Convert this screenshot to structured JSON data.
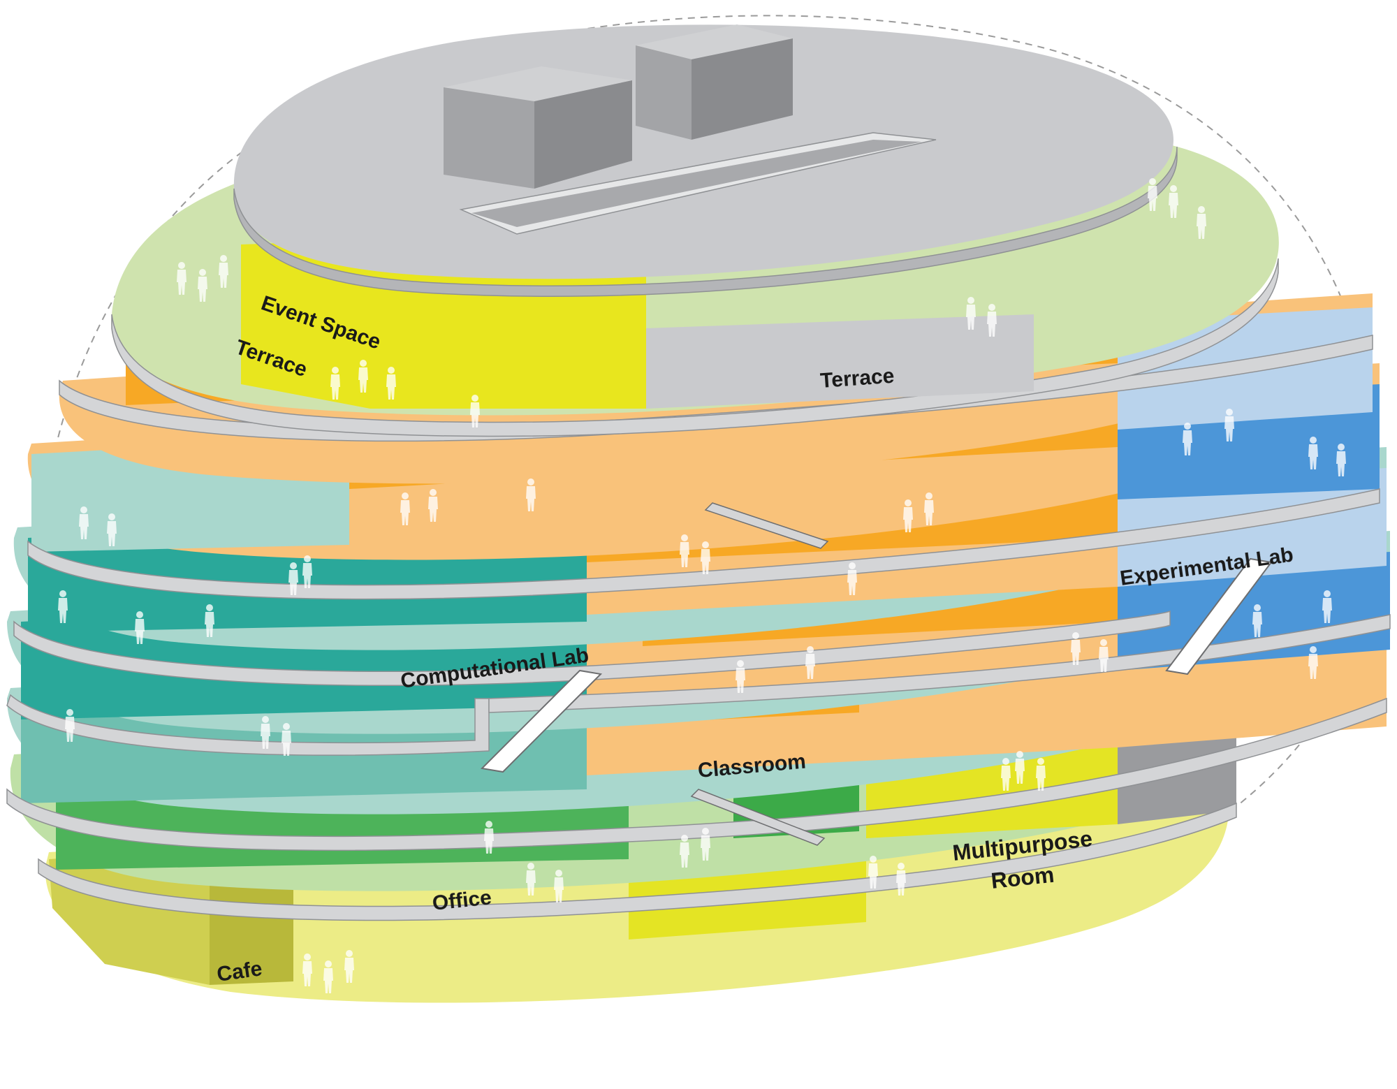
{
  "labels": {
    "event_space": "Event Space",
    "terrace_left": "Terrace",
    "terrace_right": "Terrace",
    "experimental_lab": "Experimental Lab",
    "computational_lab": "Computational Lab",
    "classroom": "Classroom",
    "multipurpose_line1": "Multipurpose",
    "multipurpose_line2": "Room",
    "office": "Office",
    "cafe": "Cafe"
  },
  "colors": {
    "roof": "#c9cacd",
    "rooftop_box": "#a3a4a7",
    "terrace": "#cfe3ae",
    "event_space": "#e8e61e",
    "classroom_orange": "#f7a825",
    "classroom_light": "#f9c27a",
    "experimental_blue": "#4c96d8",
    "experimental_light": "#b9d3ec",
    "computational_teal": "#2aa89a",
    "computational_light": "#a9d7cd",
    "office_green": "#4db35a",
    "office_light": "#bfe0a6",
    "cafe_yellow": "#ecec86",
    "multipurpose_yellow": "#e4e424",
    "slab_gray": "#d4d5d7",
    "boundary_dash": "#9a9a9a"
  }
}
